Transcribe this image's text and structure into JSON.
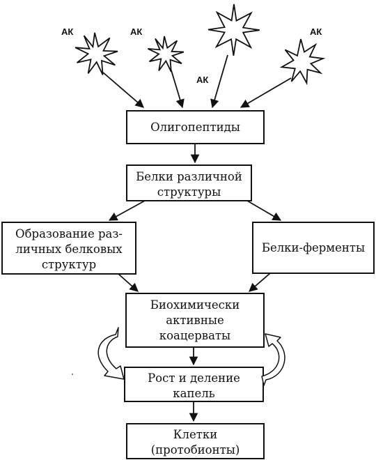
{
  "amino_acids": {
    "label": "АК"
  },
  "boxes": {
    "oligopeptides": [
      "Олигопептиды"
    ],
    "proteins": [
      "Белки различной",
      "структуры"
    ],
    "formation": [
      "Образование раз-",
      "личных белковых",
      "структур"
    ],
    "enzymes": [
      "Белки-ферменты"
    ],
    "coacervates": [
      "Биохимически",
      "активные",
      "коацерваты"
    ],
    "growth": [
      "Рост и деление",
      "капель"
    ],
    "cells": [
      "Клетки",
      "(протобионты)"
    ]
  }
}
